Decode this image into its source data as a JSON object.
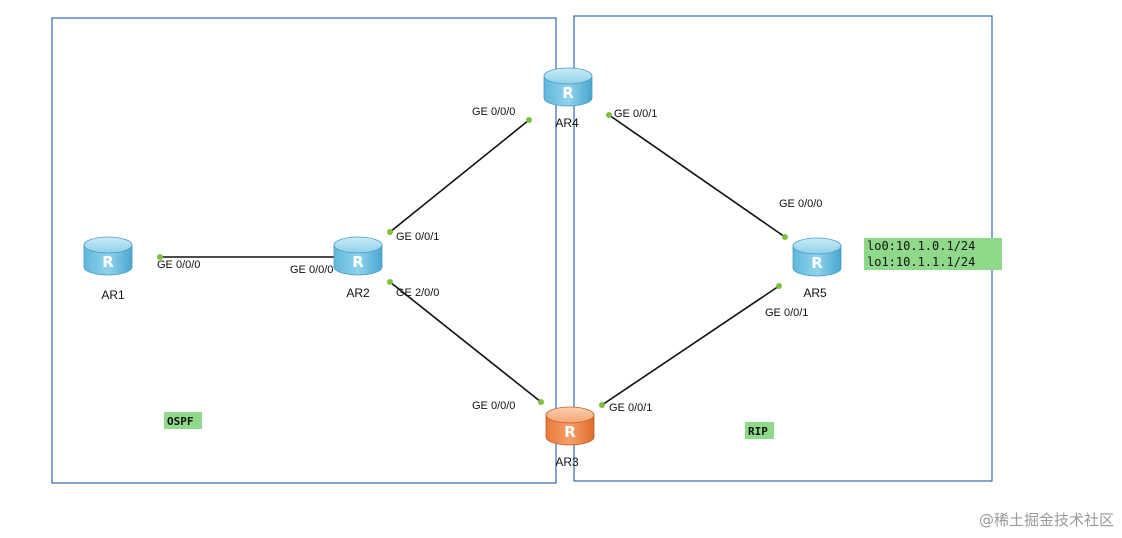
{
  "areas": {
    "ospf": {
      "label": "OSPF",
      "border_color": "#2e6bb0",
      "tag_color": "#8fd98a"
    },
    "rip": {
      "label": "RIP",
      "border_color": "#2e6bb0",
      "tag_color": "#8fd98a"
    }
  },
  "routers": {
    "ar1": {
      "label": "AR1",
      "color": "#86cde6"
    },
    "ar2": {
      "label": "AR2",
      "color": "#86cde6"
    },
    "ar3": {
      "label": "AR3",
      "color": "#f0935a"
    },
    "ar4": {
      "label": "AR4",
      "color": "#86cde6"
    },
    "ar5": {
      "label": "AR5",
      "color": "#86cde6"
    },
    "icon_letter": "R"
  },
  "ports": {
    "ar1_ge000": "GE 0/0/0",
    "ar2_ge000": "GE 0/0/0",
    "ar2_ge001": "GE 0/0/1",
    "ar2_ge200": "GE 2/0/0",
    "ar4_ge000": "GE 0/0/0",
    "ar4_ge001": "GE 0/0/1",
    "ar3_ge000": "GE 0/0/0",
    "ar3_ge001": "GE 0/0/1",
    "ar5_ge000": "GE 0/0/0",
    "ar5_ge001": "GE 0/0/1"
  },
  "loopbacks": {
    "lo0": "lo0:10.1.0.1/24",
    "lo1": "lo1:10.1.1.1/24",
    "bg_color": "#8fd98a"
  },
  "links": [
    {
      "from": "AR1",
      "to": "AR2"
    },
    {
      "from": "AR2",
      "to": "AR4"
    },
    {
      "from": "AR2",
      "to": "AR3"
    },
    {
      "from": "AR4",
      "to": "AR5"
    },
    {
      "from": "AR3",
      "to": "AR5"
    }
  ],
  "port_dot_color": "#7cc13e",
  "watermark": "@稀土掘金技术社区"
}
